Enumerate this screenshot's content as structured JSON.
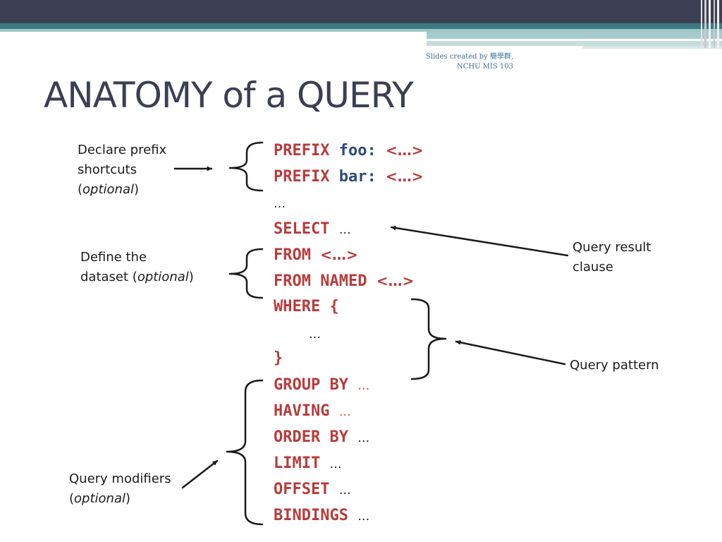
{
  "slide": {
    "credit": {
      "line1": "Slides created by 簡學群,",
      "line2": "NCHU MIS 103"
    },
    "title": "ANATOMY of a QUERY"
  },
  "labels": {
    "prefix": {
      "line1": "Declare prefix",
      "line2": "shortcuts",
      "line3_open": "(",
      "line3_italic": "optional",
      "line3_close": ")"
    },
    "dataset": {
      "line1": "Define the",
      "line2_before": "dataset (",
      "line2_italic": "optional",
      "line2_close": ")"
    },
    "result": {
      "line1": "Query result",
      "line2": "clause"
    },
    "pattern": "Query pattern",
    "modifiers": {
      "line1": "Query modifiers",
      "line2_open": "(",
      "line2_italic": "optional",
      "line2_close": ")"
    }
  },
  "code": {
    "prefix_kw": "PREFIX",
    "foo": "foo:",
    "bar": "bar:",
    "iri": "<…>",
    "ellipsis": "…",
    "select": "SELECT",
    "from": "FROM",
    "from_named": "FROM NAMED",
    "where": "WHERE {",
    "close_brace": "}",
    "group_by": "GROUP BY",
    "having": "HAVING",
    "order_by": "ORDER BY",
    "limit": "LIMIT",
    "offset": "OFFSET",
    "bindings": "BINDINGS"
  },
  "colors": {
    "header_dark": "#3d3f52",
    "header_teal": "#3c7a82",
    "keyword": "#b83b3b",
    "prefix_name": "#2f4a78",
    "title": "#3c3f52"
  }
}
